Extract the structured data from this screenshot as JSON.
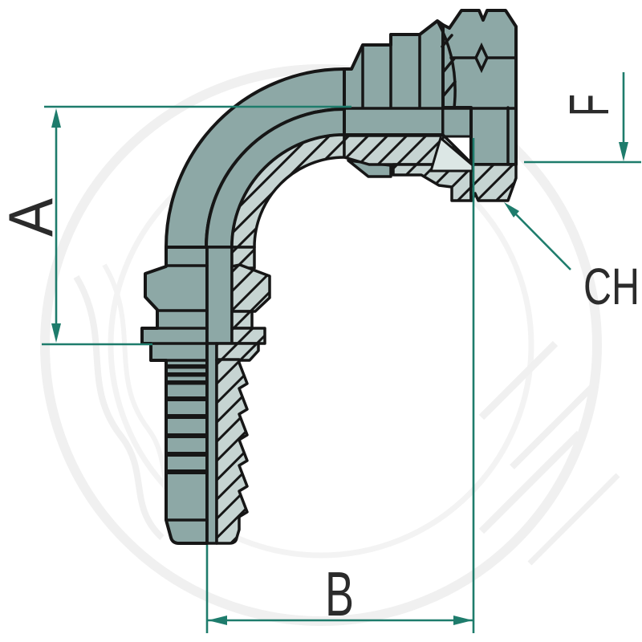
{
  "diagram": {
    "subject": "90-degree elbow hydraulic hose fitting, half-section technical drawing",
    "labels": {
      "a": "A",
      "b": "B",
      "f": "F",
      "ch": "CH"
    },
    "colors": {
      "body": "#8da8a6",
      "section_fill": "#c6d4d2",
      "seat_highlight": "#dce7e5",
      "outline": "#161616",
      "dimension_line": "#1e7c6c",
      "label_text": "#2b2b2b",
      "watermark": "#f0f0f0",
      "background": "#ffffff"
    }
  }
}
